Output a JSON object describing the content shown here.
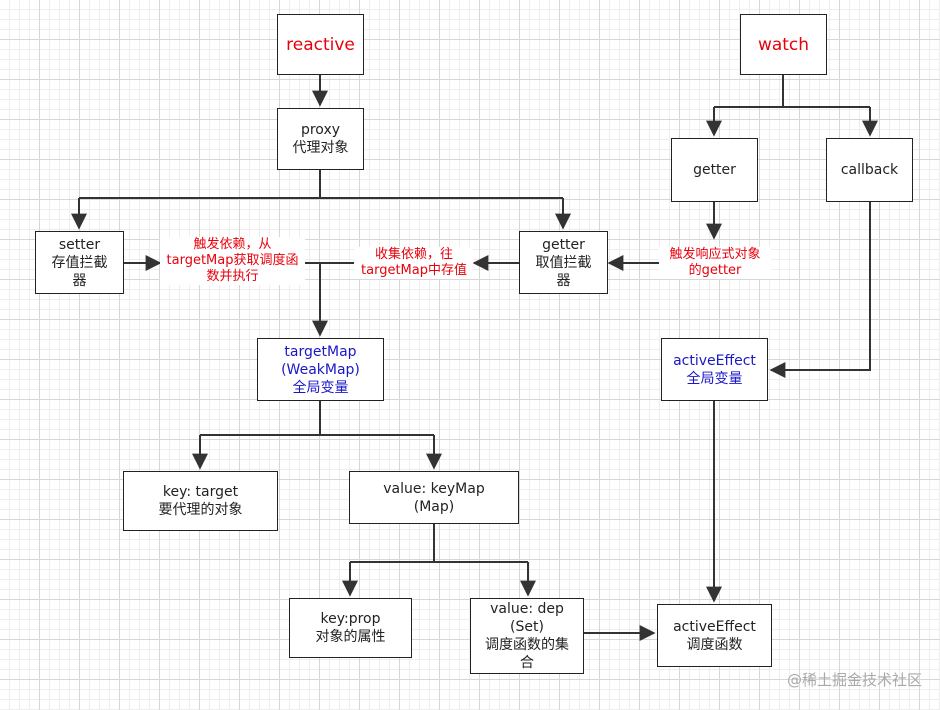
{
  "boxes": {
    "reactive": "reactive",
    "watch": "watch",
    "proxy": "proxy\n代理对象",
    "getter_watch": "getter",
    "callback": "callback",
    "setter": "setter\n存值拦截\n器",
    "getter": "getter\n取值拦截\n器",
    "targetMap": "targetMap\n(WeakMap)\n全局变量",
    "activeEffect": "activeEffect\n全局变量",
    "key_target": "key: target\n要代理的对象",
    "value_keyMap": "value: keyMap\n(Map)",
    "key_prop": "key:prop\n对象的属性",
    "value_dep": "value: dep\n(Set)\n调度函数的集\n合",
    "activeEffect_fn": "activeEffect\n调度函数"
  },
  "notes": {
    "trigger": "触发依赖，从\ntargetMap获取调度函\n数并执行",
    "collect": "收集依赖，往\ntargetMap中存值",
    "trigger_getter": "触发响应式对象\n的getter"
  },
  "watermark": "@稀土掘金技术社区",
  "colors": {
    "title_red": "#e8000b",
    "global_blue": "#1a17c8",
    "line": "#333333"
  }
}
